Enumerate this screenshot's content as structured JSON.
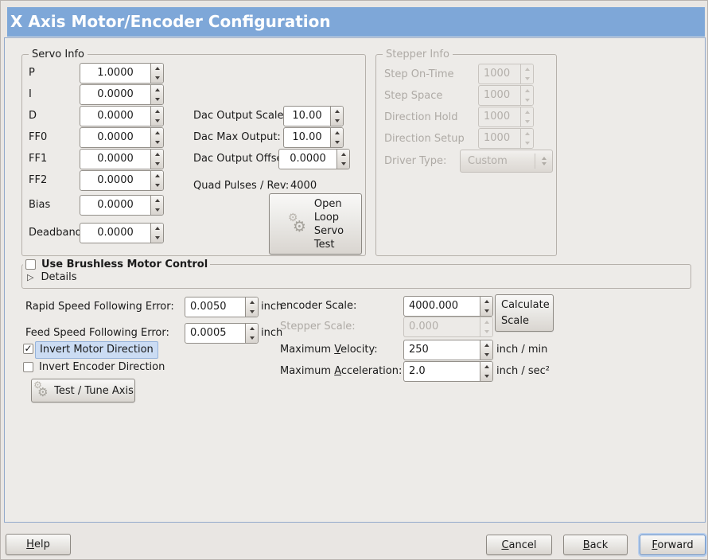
{
  "window": {
    "title": "X Axis Motor/Encoder Configuration"
  },
  "colors": {
    "titlebar_bg": "#7ea7d8",
    "panel_border": "#92a9cb",
    "selected_label_bg": "#cbdcf3",
    "focus_ring": "#6b93c8"
  },
  "servo_info": {
    "legend": "Servo Info",
    "params": [
      {
        "label": "P",
        "value": "1.0000"
      },
      {
        "label": "I",
        "value": "0.0000"
      },
      {
        "label": "D",
        "value": "0.0000"
      },
      {
        "label": "FF0",
        "value": "0.0000"
      },
      {
        "label": "FF1",
        "value": "0.0000"
      },
      {
        "label": "FF2",
        "value": "0.0000"
      },
      {
        "label": "Bias",
        "value": "0.0000"
      },
      {
        "label": "Deadband",
        "value": "0.0000"
      }
    ],
    "dac": [
      {
        "label": "Dac Output Scale:",
        "value": "10.00"
      },
      {
        "label": "Dac Max Output:",
        "value": "10.00"
      },
      {
        "label": "Dac Output Offset:",
        "value": "0.0000"
      }
    ],
    "quad": {
      "label": "Quad Pulses / Rev:",
      "value": "4000"
    },
    "open_loop_button": {
      "line1": "Open",
      "line2": "Loop",
      "line3": "Servo",
      "line4": "Test"
    }
  },
  "stepper_info": {
    "legend": "Stepper Info",
    "enabled": false,
    "params": [
      {
        "label": "Step On-Time",
        "value": "1000"
      },
      {
        "label": "Step Space",
        "value": "1000"
      },
      {
        "label": "Direction Hold",
        "value": "1000"
      },
      {
        "label": "Direction Setup",
        "value": "1000"
      }
    ],
    "driver_type": {
      "label": "Driver Type:",
      "value": "Custom"
    }
  },
  "brushless": {
    "label": "Use Brushless Motor Control",
    "checked": false,
    "details": "Details",
    "expander_glyph": "▷"
  },
  "following_error": {
    "rapid": {
      "label": "Rapid Speed Following Error:",
      "value": "0.0050",
      "unit": "inch"
    },
    "feed": {
      "label": "Feed Speed Following Error:",
      "value": "0.0005",
      "unit": "inch"
    }
  },
  "direction": {
    "invert_motor": {
      "label": "Invert Motor Direction",
      "checked": true,
      "check_glyph": "✓"
    },
    "invert_encoder": {
      "label": "Invert Encoder Direction",
      "checked": false
    },
    "test_tune_button": "Test / Tune Axis"
  },
  "scaling": {
    "encoder_scale": {
      "label": "encoder Scale:",
      "value": "4000.000"
    },
    "stepper_scale": {
      "label": "Stepper Scale:",
      "value": "0.000",
      "enabled": false
    },
    "calculate_button": {
      "line1": "Calculate",
      "line2": "Scale"
    },
    "max_velocity": {
      "label_pre": "Maximum ",
      "label_mnemonic": "V",
      "label_post": "elocity:",
      "value": "250",
      "unit": "inch / min"
    },
    "max_acceleration": {
      "label_pre": "Maximum ",
      "label_mnemonic": "A",
      "label_post": "cceleration:",
      "value": "2.0",
      "unit": "inch / sec²"
    }
  },
  "footer": {
    "help": {
      "mnemonic": "H",
      "rest": "elp"
    },
    "cancel": {
      "mnemonic": "C",
      "rest": "ancel"
    },
    "back": {
      "mnemonic": "B",
      "rest": "ack"
    },
    "forward": {
      "mnemonic": "F",
      "rest": "orward"
    }
  }
}
